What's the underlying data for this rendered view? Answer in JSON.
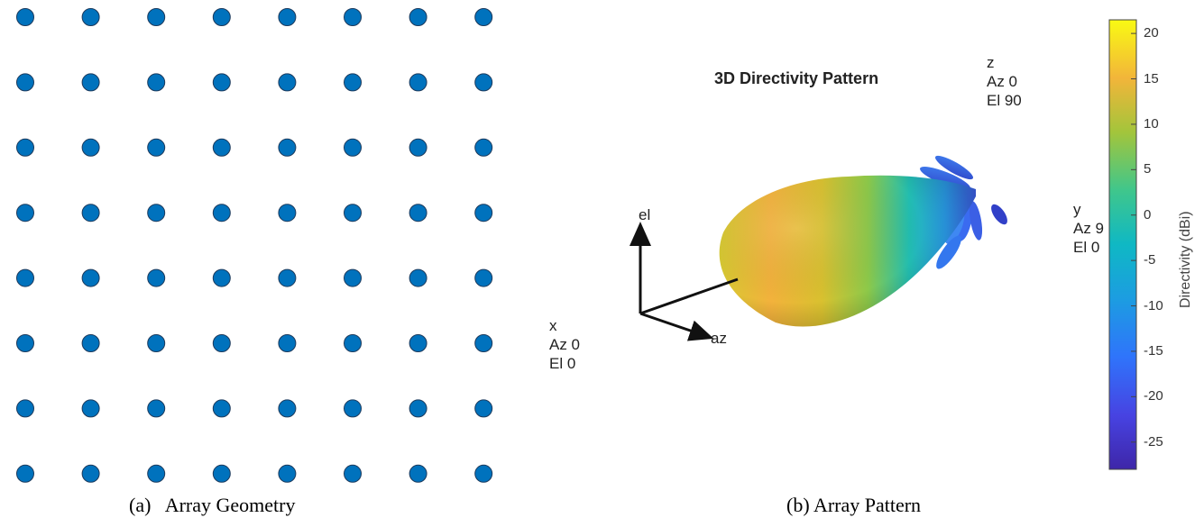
{
  "chart_data": [
    {
      "type": "scatter",
      "name": "array-geometry",
      "caption": "(a)   Array Geometry",
      "rows": 8,
      "columns": 8,
      "marker_color": "#0072BD"
    },
    {
      "type": "surface3d",
      "name": "array-pattern",
      "caption": "(b) Array Pattern",
      "title": "3D Directivity Pattern",
      "axis_views": [
        {
          "axis": "x",
          "lines": "x\nAz 0\nEl 0"
        },
        {
          "axis": "y",
          "lines": "y\nAz 9\nEl 0"
        },
        {
          "axis": "z",
          "lines": "z\nAz 0\nEl 90"
        }
      ],
      "triad_labels": {
        "el": "el",
        "az": "az"
      },
      "colorbar": {
        "label": "Directivity (dBi)",
        "ticks": [
          20,
          15,
          10,
          5,
          0,
          -5,
          -10,
          -15,
          -20,
          -25
        ],
        "range": [
          -28,
          21.5
        ],
        "colormap": "parula"
      }
    }
  ]
}
